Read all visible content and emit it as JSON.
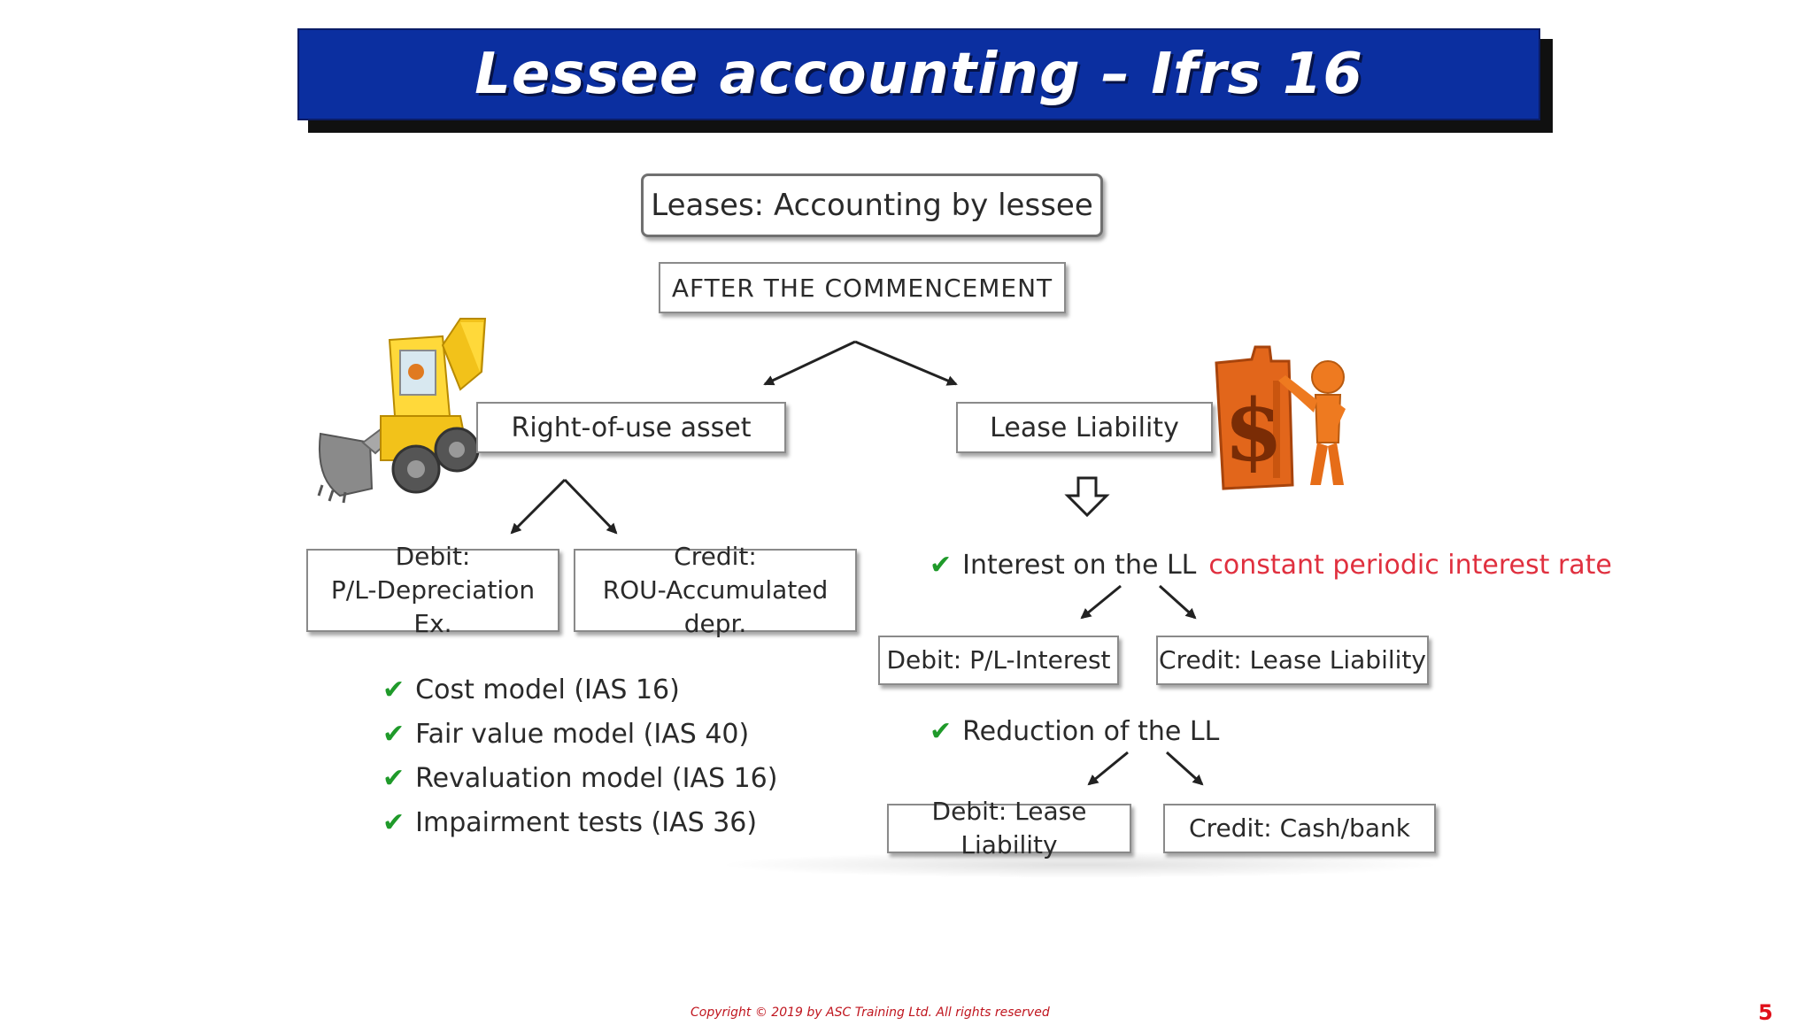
{
  "title": "Lessee accounting – Ifrs 16",
  "diagram": {
    "top_box": "Leases: Accounting by lessee",
    "subtitle_box": "AFTER THE COMMENCEMENT",
    "left_branch": {
      "label": "Right-of-use asset",
      "debit_label": "Debit:",
      "debit_value": "P/L-Depreciation Ex.",
      "credit_label": "Credit:",
      "credit_value": "ROU-Accumulated depr.",
      "models": [
        "Cost model (IAS 16)",
        "Fair value model (IAS 40)",
        "Revaluation model (IAS 16)",
        "Impairment tests (IAS 36)"
      ]
    },
    "right_branch": {
      "label": "Lease Liability",
      "interest_text": "Interest on the LL",
      "interest_highlight": "constant periodic interest rate",
      "interest_debit": "Debit: P/L-Interest",
      "interest_credit": "Credit: Lease Liability",
      "reduction_text": "Reduction of the LL",
      "reduction_debit": "Debit: Lease Liability",
      "reduction_credit": "Credit: Cash/bank"
    },
    "check_mark": "✔",
    "highlight_color": "#e0303f",
    "check_color": "#1f9a2a"
  },
  "footer": {
    "copyright": "Copyright © 2019 by ASC Training Ltd.  All rights reserved",
    "page_number": "5"
  },
  "colors": {
    "title_bar": "#0b2fa0",
    "title_text": "#ffffff"
  },
  "icons": [
    "excavator-icon",
    "dollar-puzzle-figure-icon",
    "hollow-down-arrow-icon"
  ]
}
